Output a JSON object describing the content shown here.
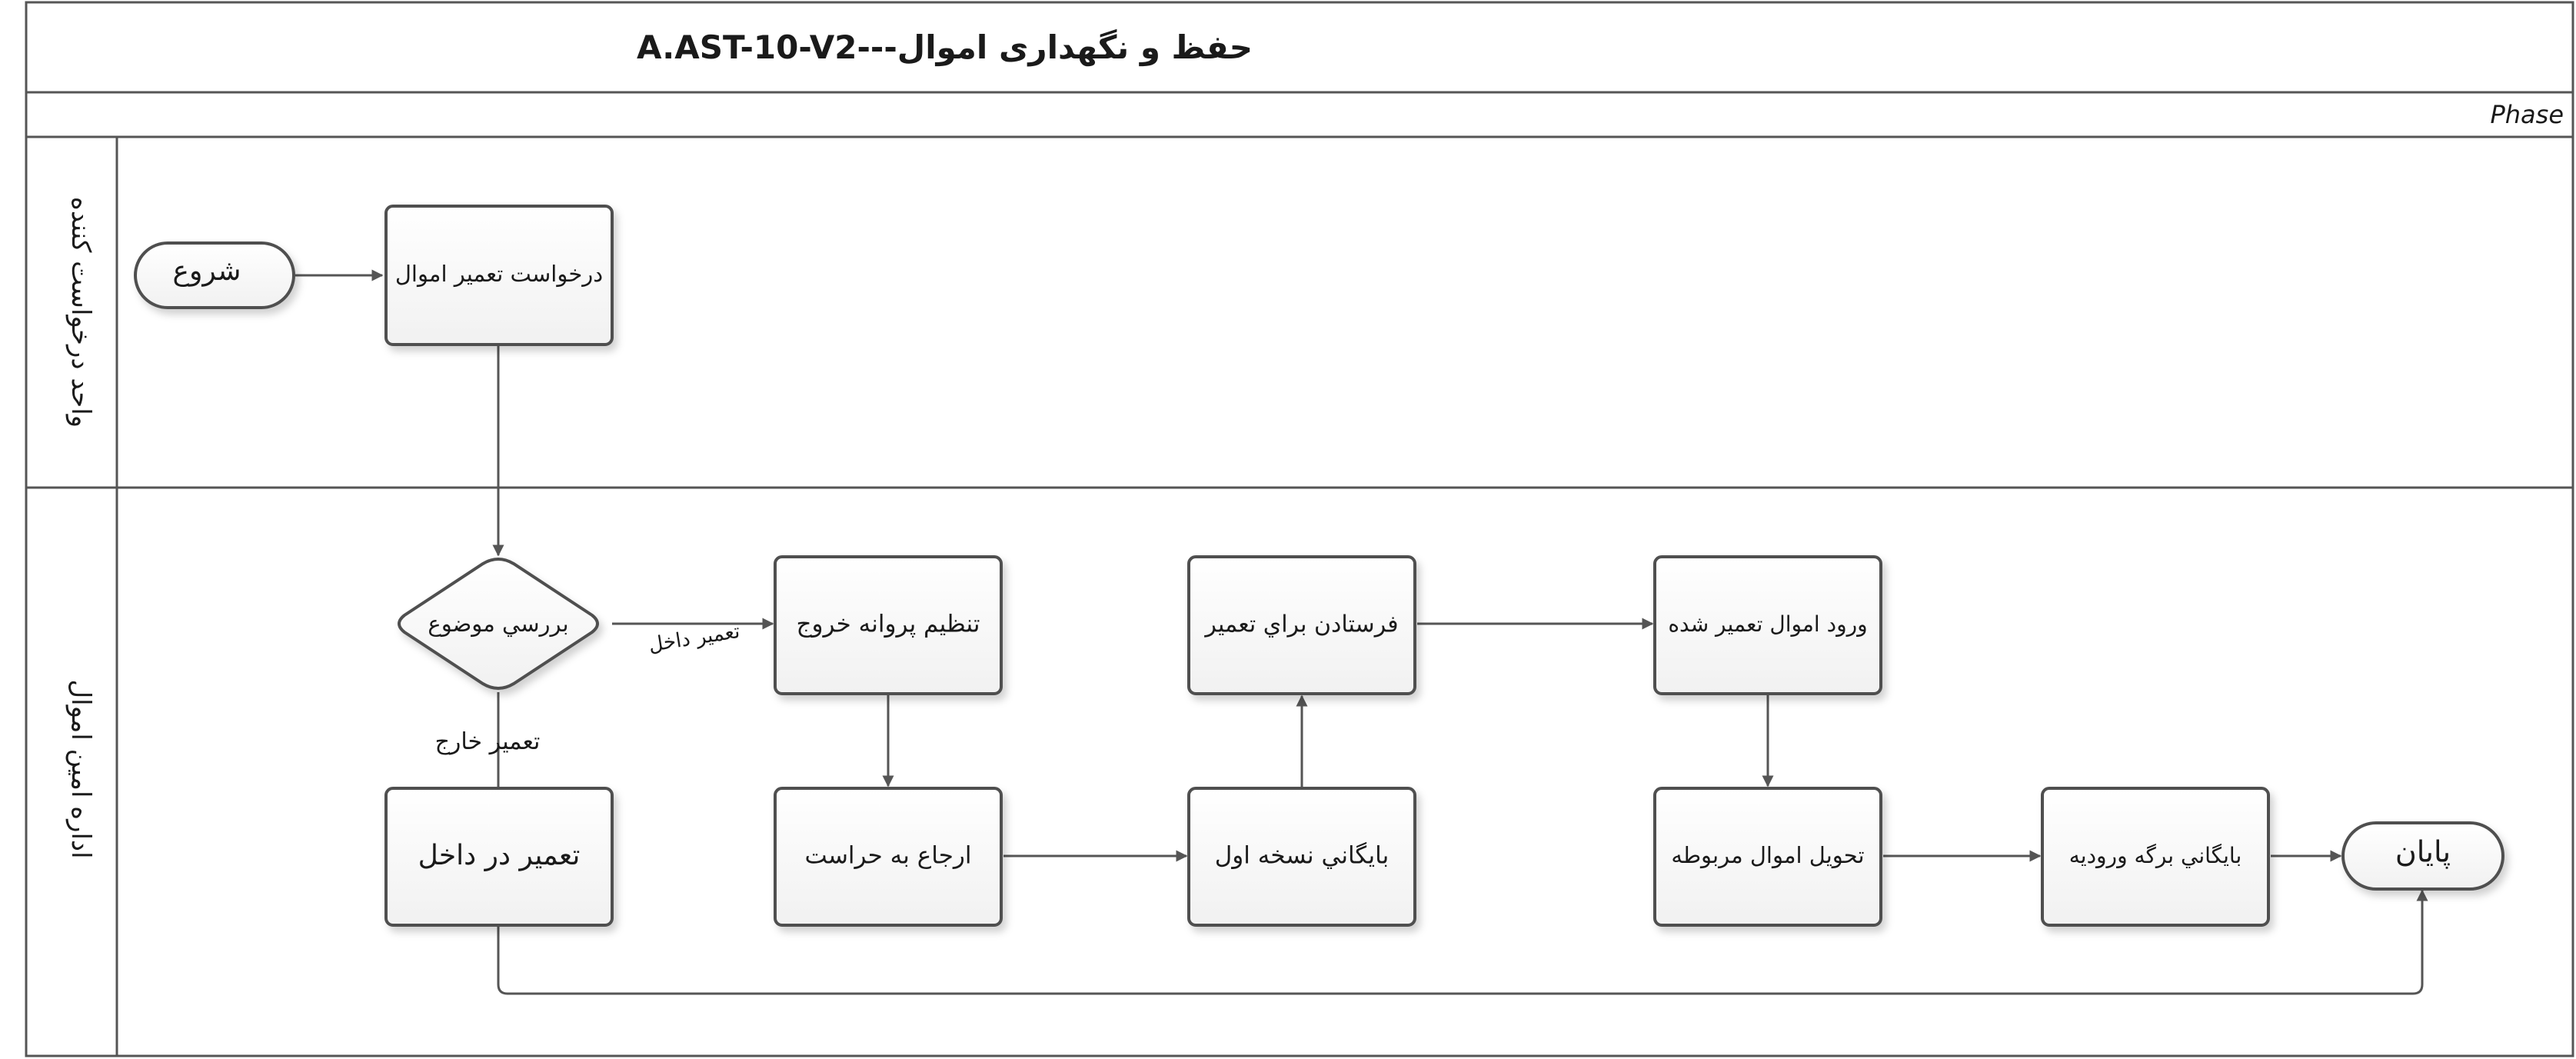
{
  "title": "حفظ و نگهداری اموال---A.AST-10-V2",
  "phase_label": "Phase",
  "lanes": [
    {
      "id": "requester",
      "label": "واحد درخواست کننده"
    },
    {
      "id": "asset_office",
      "label": "اداره امین اموال"
    }
  ],
  "nodes": {
    "start": {
      "label": "شروع"
    },
    "request_repair": {
      "label": "درخواست تعمیر اموال"
    },
    "review_subject": {
      "label": "بررسي موضوع"
    },
    "repair_inside": {
      "label": "تعمیر در داخل"
    },
    "exit_permit": {
      "label": "تنظیم پروانه خروج"
    },
    "refer_security": {
      "label": "ارجاع به حراست"
    },
    "archive_first_copy": {
      "label": "بايگاني نسخه اول"
    },
    "send_for_repair": {
      "label": "فرستادن براي تعمیر"
    },
    "repaired_entry": {
      "label": "ورود اموال تعمیر شده"
    },
    "deliver_assets": {
      "label": "تحویل اموال مربوطه"
    },
    "archive_entry_form": {
      "label": "بايگاني برگه ورودیه"
    },
    "end": {
      "label": "پایان"
    }
  },
  "edge_labels": {
    "internal_repair": "تعمیر داخل",
    "external_repair": "تعمیر خارج"
  },
  "colors": {
    "line": "#555555",
    "box_fill": "#f7f7f7",
    "border": "#505050"
  }
}
